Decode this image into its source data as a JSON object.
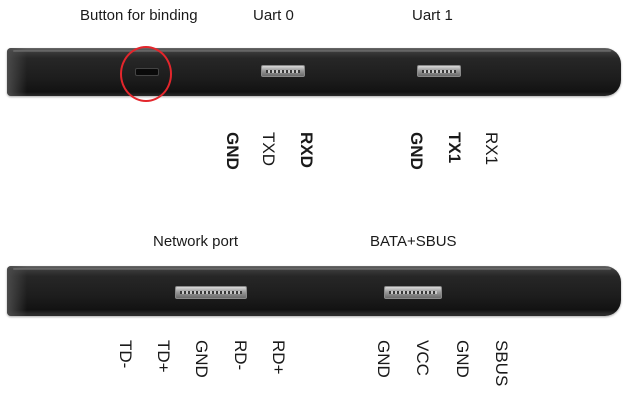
{
  "top_panel": {
    "captions": {
      "binding_button": "Button for binding",
      "uart0": "Uart  0",
      "uart1": "Uart  1"
    },
    "uart0_pins": [
      "GND",
      "TXD",
      "RXD"
    ],
    "uart1_pins": [
      "GND",
      "TX1",
      "RX1"
    ]
  },
  "bottom_panel": {
    "captions": {
      "network": "Network port",
      "bata_sbus": "BATA+SBUS"
    },
    "network_pins": [
      "TD-",
      "TD+",
      "GND",
      "RD-",
      "RD+"
    ],
    "bata_sbus_pins": [
      "GND",
      "VCC",
      "GND",
      "SBUS"
    ]
  },
  "colors": {
    "highlight_circle": "#e3262c",
    "device_body": "#1d1d1d"
  }
}
